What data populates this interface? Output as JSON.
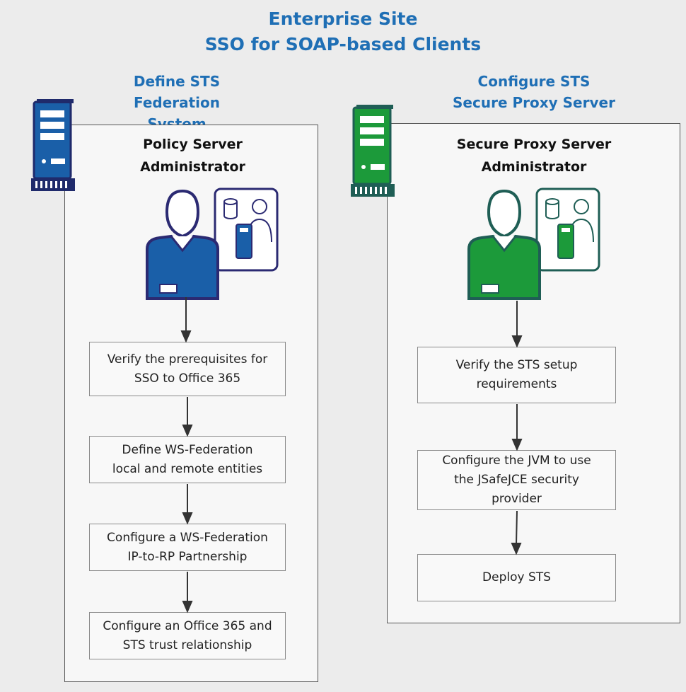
{
  "title": {
    "line1": "Enterprise Site",
    "line2": "SSO for SOAP-based Clients"
  },
  "left": {
    "heading_line1": "Define STS",
    "heading_line2": "Federation System",
    "role_line1": "Policy Server",
    "role_line2": "Administrator",
    "steps": [
      "Verify the prerequisites for\nSSO to Office 365",
      "Define WS-Federation\nlocal and remote entities",
      "Configure a WS-Federation\nIP-to-RP Partnership",
      "Configure an Office 365 and\nSTS trust relationship"
    ]
  },
  "right": {
    "heading_line1": "Configure STS",
    "heading_line2": "Secure Proxy Server",
    "role_line1": "Secure Proxy Server",
    "role_line2": "Administrator",
    "steps": [
      "Verify the STS setup\nrequirements",
      "Configure the JVM to use\nthe JSafeJCE security\nprovider",
      "Deploy STS"
    ]
  },
  "colors": {
    "title": "#1f6fb5",
    "left_accent": "#1a5fa8",
    "left_dark": "#2b2a72",
    "right_accent": "#1c9a3a",
    "right_dark": "#1f5e55"
  },
  "icons": [
    "server-blue-icon",
    "administrator-blue-icon",
    "server-green-icon",
    "administrator-green-icon"
  ]
}
